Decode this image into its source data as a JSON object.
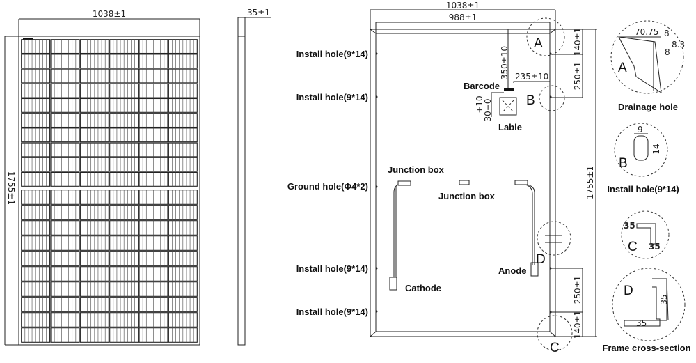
{
  "front_view": {
    "width_dim": "1038±1",
    "height_dim": "1755±1",
    "cell_columns": 6,
    "cell_rows_per_half": 10
  },
  "side_view": {
    "thickness_dim": "35±1"
  },
  "back_view": {
    "width_outer": "1038±1",
    "width_inner": "988±1",
    "height": "1755±1",
    "dim_top_140": "140±1",
    "dim_top_250": "250±1",
    "dim_bottom_250": "250±1",
    "dim_bottom_140": "140±1",
    "dim_350": "350±10",
    "dim_235": "235±10",
    "dim_30": "30−0",
    "dim_plus10": "+10",
    "labels": {
      "install_hole_1": "Install hole(9*14)",
      "install_hole_2": "Install hole(9*14)",
      "ground_hole": "Ground hole(Φ4*2)",
      "install_hole_3": "Install hole(9*14)",
      "install_hole_4": "Install hole(9*14)",
      "barcode": "Barcode",
      "lable": "Lable",
      "junction_box_left": "Junction box",
      "junction_box_center": "Junction box",
      "cathode": "Cathode",
      "anode": "Anode"
    },
    "markers": {
      "a": "A",
      "b": "B",
      "c": "C",
      "d": "D"
    }
  },
  "details": {
    "a": {
      "letter": "A",
      "dim_1": "70.75",
      "dim_2": "8",
      "dim_3": "8.3",
      "dim_4": "8",
      "caption": "Drainage hole"
    },
    "b": {
      "letter": "B",
      "dim_w": "9",
      "dim_h": "14",
      "caption": "Install hole(9*14)"
    },
    "c": {
      "letter": "C",
      "dim_1": "35",
      "dim_2": "35"
    },
    "d": {
      "letter": "D",
      "dim_h": "35",
      "dim_w": "35",
      "caption": "Frame cross-section"
    }
  }
}
